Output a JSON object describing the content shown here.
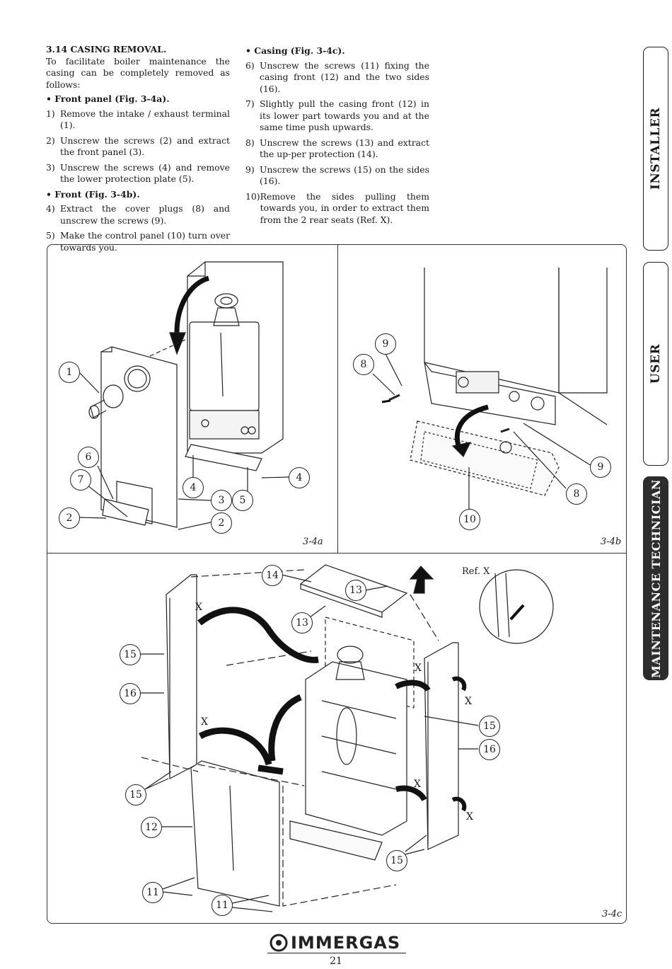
{
  "section": {
    "heading": "3.14 CASING REMOVAL.",
    "intro": "To facilitate boiler maintenance the casing can be completely removed as follows:",
    "front_panel_title": "Front panel (Fig. 3-4a).",
    "front_panel_steps": [
      {
        "num": "1)",
        "text": "Remove the intake / exhaust terminal (1)."
      },
      {
        "num": "2)",
        "text": "Unscrew the screws (2) and extract the front panel (3)."
      },
      {
        "num": "3)",
        "text": "Unscrew the screws (4) and remove the lower protection plate (5)."
      }
    ],
    "front_title": "Front (Fig. 3-4b).",
    "front_steps": [
      {
        "num": "4)",
        "text": "Extract the cover plugs (8) and unscrew the screws (9)."
      },
      {
        "num": "5)",
        "text": "Make the control panel (10) turn over towards you."
      }
    ],
    "casing_title": "Casing (Fig. 3-4c).",
    "casing_steps": [
      {
        "num": "6)",
        "text": "Unscrew the screws (11) fixing the casing front (12) and the two sides (16)."
      },
      {
        "num": "7)",
        "text": "Slightly pull the casing front (12) in its lower part towards you and at the same time push upwards."
      },
      {
        "num": "8)",
        "text": "Unscrew the screws (13) and extract the up-per protection (14)."
      },
      {
        "num": "9)",
        "text": "Unscrew the screws (15) on the sides (16)."
      },
      {
        "num": "10)",
        "text": "Remove the sides pulling them towards you, in order to extract them from the 2 rear seats (Ref. X)."
      }
    ]
  },
  "tabs": {
    "installer": "INSTALLER",
    "user": "USER",
    "maintenance": "MAINTENANCE TECHNICIAN"
  },
  "figures": {
    "a": {
      "label": "3-4a",
      "callouts": [
        "1",
        "6",
        "7",
        "2",
        "4",
        "3",
        "5",
        "2",
        "4"
      ]
    },
    "b": {
      "label": "3-4b",
      "callouts": [
        "9",
        "8",
        "9",
        "8",
        "10"
      ]
    },
    "c": {
      "label": "3-4c",
      "ref_label": "Ref. X",
      "x_mark": "X",
      "callouts": [
        "14",
        "13",
        "13",
        "15",
        "16",
        "15",
        "12",
        "11",
        "11",
        "15",
        "16",
        "15"
      ]
    }
  },
  "footer": {
    "brand": "IMMERGAS",
    "page_number": "21"
  },
  "colors": {
    "ink": "#1a1a1a",
    "active_tab": "#2d2d2d"
  }
}
